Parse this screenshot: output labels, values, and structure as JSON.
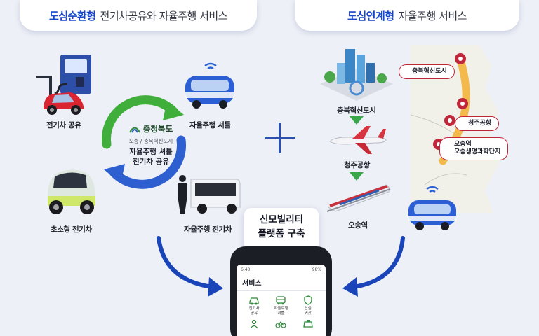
{
  "header": {
    "left": {
      "highlight": "도심순환형",
      "rest": "전기차공유와 자율주행 서비스"
    },
    "right": {
      "highlight": "도심연계형",
      "rest": "자율주행 서비스"
    }
  },
  "left_panel": {
    "ev_sharing": "전기차 공유",
    "shuttle": "자율주행 셔틀",
    "micro_ev": "초소형 전기차",
    "autonomous_ev": "자율주행 전기차",
    "center": {
      "brand": "충청북도",
      "sub": "오송 / 충북혁신도시",
      "line1": "자율주행 셔틀",
      "line2": "전기차 공유"
    }
  },
  "right_panel": {
    "stops": [
      "충북혁신도시",
      "청주공항",
      "오송역"
    ],
    "map_tags": {
      "top": "충북혁신도시",
      "mid": "청주공항",
      "bottom_line1": "오송역",
      "bottom_line2": "오송생명과학단지"
    }
  },
  "platform": {
    "line1": "신모빌리티",
    "line2": "플랫폼 구축"
  },
  "phone": {
    "time": "6:40",
    "battery": "98%",
    "screen_title": "서비스",
    "apps": [
      {
        "label": "전기차\n공유",
        "icon": "car-icon"
      },
      {
        "label": "자율주행\n셔틀",
        "icon": "bus-icon"
      },
      {
        "label": "안심\n귀갓",
        "icon": "shield-icon"
      },
      {
        "label": "",
        "icon": "person-icon"
      },
      {
        "label": "",
        "icon": "bike-icon"
      },
      {
        "label": "",
        "icon": "taxi-icon"
      }
    ]
  },
  "colors": {
    "brand_blue": "#1746c9",
    "arrow_blue": "#1a45b8",
    "cycle_green": "#3fae3a",
    "cycle_blue": "#2d5fd0",
    "map_route": "#f3b23a",
    "pin_red": "#c0263a",
    "background": "#eef0f7"
  }
}
